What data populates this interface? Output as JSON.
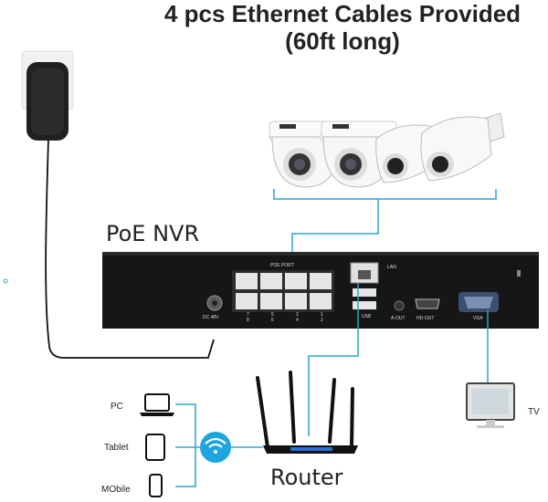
{
  "header": {
    "line1": "4 pcs Ethernet Cables Provided",
    "line2": "(60ft long)"
  },
  "nvr": {
    "title": "PoE NVR",
    "poe_port_label": "POE PORT",
    "port_numbers": [
      "7",
      "5",
      "3",
      "1",
      "8",
      "6",
      "4",
      "2"
    ],
    "lan_label": "LAN",
    "usb_label": "USB",
    "aout_label": "A-OUT",
    "hdout_label": "HD-OUT",
    "vga_label": "VGA",
    "dc_label": "DC 48V"
  },
  "router": {
    "title": "Router"
  },
  "devices": {
    "pc": "PC",
    "tablet": "Tablet",
    "mobile": "MObile",
    "tv": "TV"
  },
  "icons": [
    "power-adapter-icon",
    "dome-camera-icon",
    "bullet-camera-icon",
    "wifi-icon",
    "laptop-icon",
    "tablet-icon",
    "phone-icon",
    "monitor-icon",
    "router-icon"
  ],
  "colors": {
    "cable": "#2aa3cf",
    "wifi": "#1fa5dd",
    "nvr_body": "#161616",
    "title_text": "#222222"
  }
}
